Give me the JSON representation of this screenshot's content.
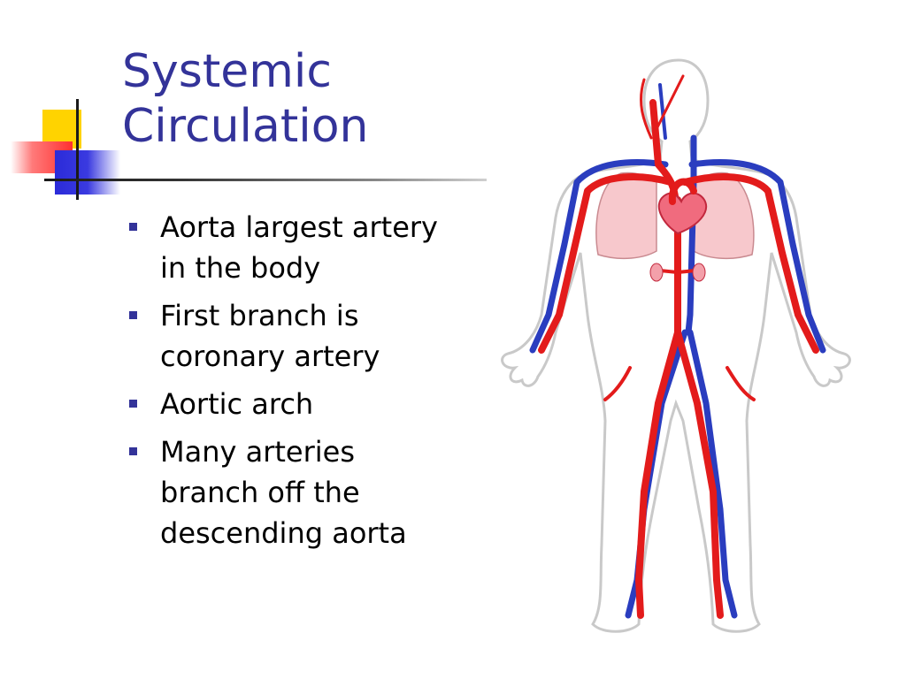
{
  "slide": {
    "title_line1": "Systemic",
    "title_line2": "Circulation",
    "bullets": [
      {
        "line1": "Aorta largest artery",
        "line2": "in the body"
      },
      {
        "line1": "First branch is",
        "line2": "coronary artery"
      },
      {
        "line1": "Aortic arch",
        "line2": ""
      },
      {
        "line1": "Many arteries",
        "line2": "branch off the",
        "line3": "descending aorta"
      }
    ]
  },
  "colors": {
    "title": "#333399",
    "bullet_marker": "#333399",
    "artery": "#e31b1b",
    "vein": "#2a3dbf",
    "lung": "#f7c8cc"
  }
}
